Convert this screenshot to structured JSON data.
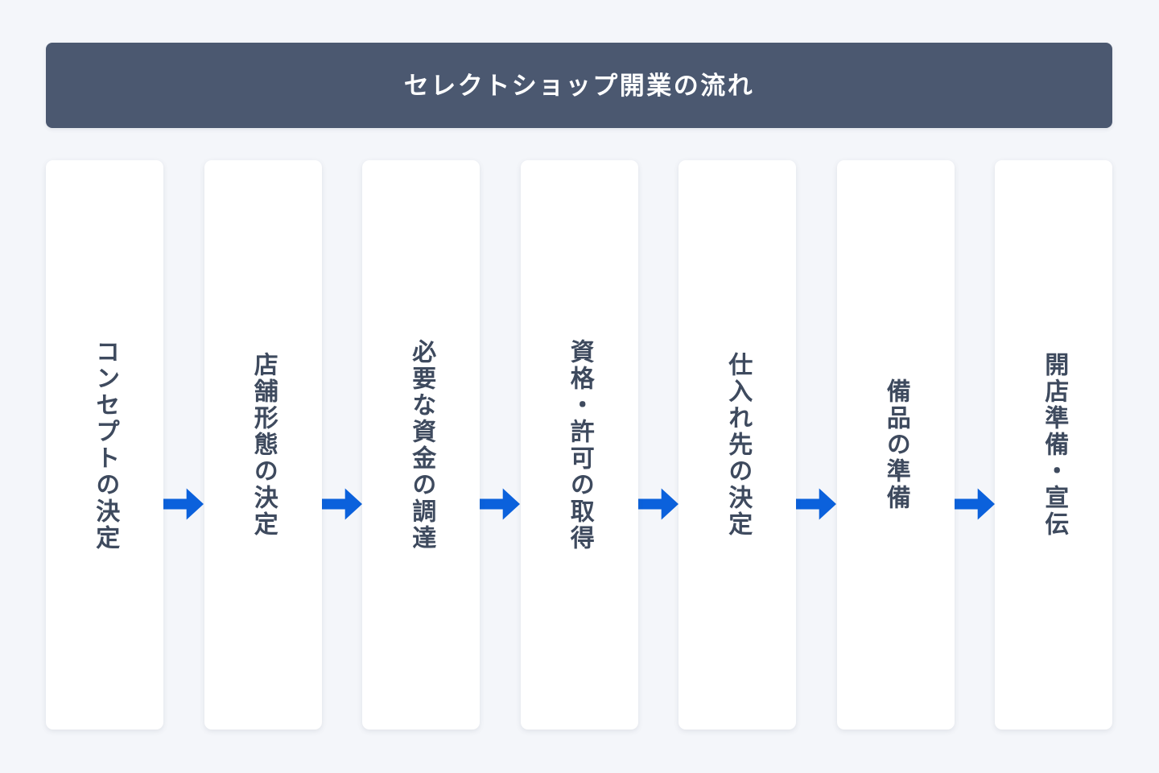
{
  "header": {
    "title": "セレクトショップ開業の流れ",
    "background_color": "#4b5870",
    "text_color": "#ffffff"
  },
  "page": {
    "background_color": "#f4f6fa",
    "card_background_color": "#ffffff",
    "card_text_color": "#3e4a5e",
    "arrow_color": "#0b61dc"
  },
  "steps": [
    {
      "index": 1,
      "label": "コンセプトの決定"
    },
    {
      "index": 2,
      "label": "店舗形態の決定"
    },
    {
      "index": 3,
      "label": "必要な資金の調達"
    },
    {
      "index": 4,
      "label": "資格・許可の取得"
    },
    {
      "index": 5,
      "label": "仕入れ先の決定"
    },
    {
      "index": 6,
      "label": "備品の準備"
    },
    {
      "index": 7,
      "label": "開店準備・宣伝"
    }
  ],
  "arrows": [
    {
      "index": 1,
      "direction": "right"
    },
    {
      "index": 2,
      "direction": "right"
    },
    {
      "index": 3,
      "direction": "right"
    },
    {
      "index": 4,
      "direction": "right"
    },
    {
      "index": 5,
      "direction": "right"
    },
    {
      "index": 6,
      "direction": "right"
    }
  ]
}
